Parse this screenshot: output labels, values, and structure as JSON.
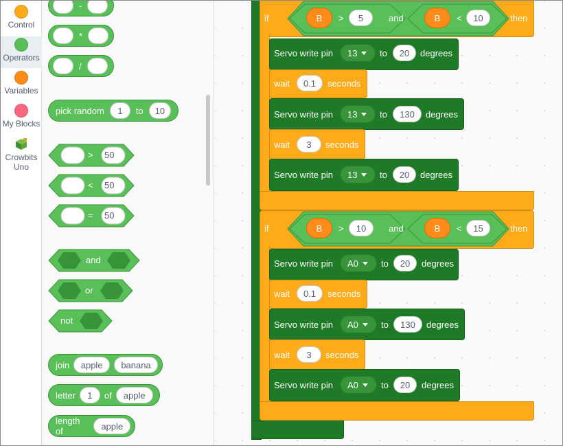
{
  "categories": [
    {
      "label": "Control",
      "color": "#ffab19"
    },
    {
      "label": "Operators",
      "color": "#59c059"
    },
    {
      "label": "Variables",
      "color": "#ff8c1a"
    },
    {
      "label": "My Blocks",
      "color": "#ff6680"
    },
    {
      "label": "Crowbits Uno",
      "icon": "crowbits-icon"
    }
  ],
  "palette": {
    "minus": "-",
    "times": "*",
    "divide": "/",
    "pick_random": {
      "label": "pick random",
      "from": "1",
      "to_label": "to",
      "to": "10"
    },
    "gt": {
      "op": ">",
      "value": "50"
    },
    "lt": {
      "op": "<",
      "value": "50"
    },
    "eq": {
      "op": "=",
      "value": "50"
    },
    "and": "and",
    "or": "or",
    "not": "not",
    "join": {
      "label": "join",
      "a": "apple",
      "b": "banana"
    },
    "letter": {
      "label": "letter",
      "index": "1",
      "of": "of",
      "word": "apple"
    },
    "length": {
      "label": "length of",
      "word": "apple"
    }
  },
  "script": {
    "if_label": "if",
    "then_label": "then",
    "and_label": "and",
    "servo_label": "Servo write pin",
    "to_label": "to",
    "degrees_label": "degrees",
    "wait_label": "wait",
    "seconds_label": "seconds",
    "if1": {
      "left_var": "B",
      "left_op": ">",
      "left_val": "5",
      "right_var": "B",
      "right_op": "<",
      "right_val": "10",
      "pin": "13",
      "steps": [
        "20",
        "0.1",
        "130",
        "3",
        "20"
      ]
    },
    "if2": {
      "left_var": "B",
      "left_op": ">",
      "left_val": "10",
      "right_var": "B",
      "right_op": "<",
      "right_val": "15",
      "pin": "A0",
      "steps": [
        "20",
        "0.1",
        "130",
        "3",
        "20"
      ]
    }
  }
}
